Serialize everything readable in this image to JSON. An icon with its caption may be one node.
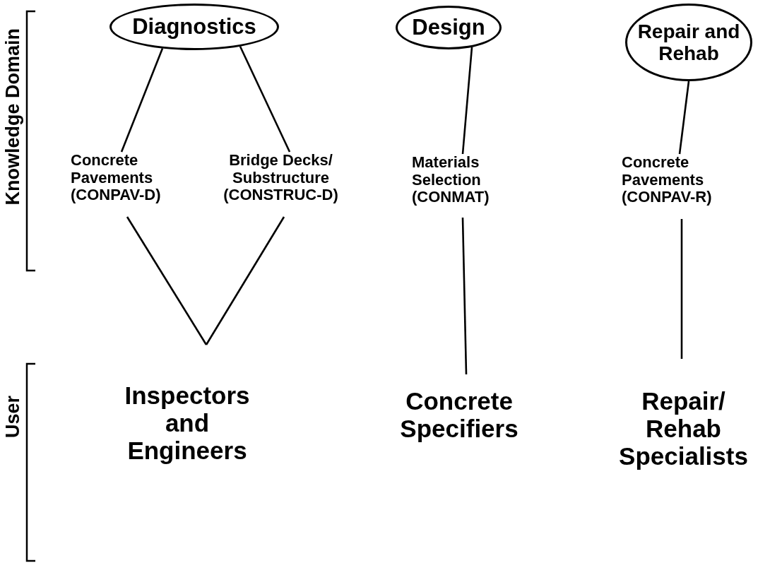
{
  "diagram": {
    "nodes": [
      {
        "text": [
          "Diagnostics"
        ]
      },
      {
        "text": [
          "Design"
        ]
      },
      {
        "text": [
          "Repair and Rehab"
        ]
      },
      {
        "text": [
          "Concrete Pavements (CONPAV-D)"
        ]
      },
      {
        "text": [
          "Bridge Decks/ Substructure (CONSTRUC-D)"
        ]
      },
      {
        "text": [
          "Materials Selection (CONMAT)"
        ]
      },
      {
        "text": [
          "Concrete Pavements (CONPAV-R)"
        ]
      },
      {
        "text": [
          "Inspectors and Engineers"
        ]
      },
      {
        "text": [
          "Concrete Specifiers"
        ]
      },
      {
        "text": [
          "Repair/ Rehab Specialists"
        ]
      }
    ],
    "edges": [
      {
        "from": 0,
        "to": 3,
        "arrow": "none"
      },
      {
        "from": 0,
        "to": 4,
        "arrow": "none"
      },
      {
        "from": 1,
        "to": 5,
        "arrow": "none"
      },
      {
        "from": 2,
        "to": 6,
        "arrow": "none"
      },
      {
        "from": 3,
        "to": 7,
        "arrow": "none"
      },
      {
        "from": 4,
        "to": 7,
        "arrow": "none"
      },
      {
        "from": 5,
        "to": 8,
        "arrow": "none"
      },
      {
        "from": 6,
        "to": 9,
        "arrow": "none"
      }
    ],
    "labels": [
      "Knowledge Domain",
      "User"
    ]
  }
}
